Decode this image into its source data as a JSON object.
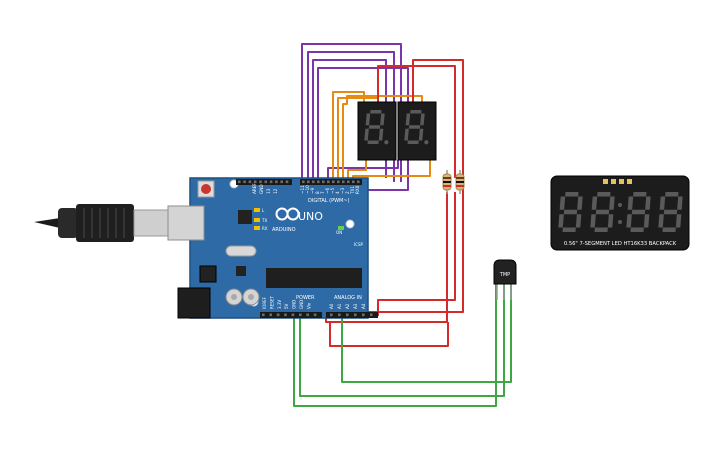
{
  "arduino": {
    "brand": "ARDUINO",
    "model": "UNO",
    "digital_label": "DIGITAL (PWM~)",
    "power_label": "POWER",
    "analog_label": "ANALOG IN",
    "pins_top": [
      "AREF",
      "GND",
      "13",
      "12",
      "~11",
      "~10",
      "~9",
      "8",
      "7",
      "~6",
      "~5",
      "4",
      "~3",
      "2",
      "TX1",
      "RX0"
    ],
    "pins_power": [
      "IOREF",
      "RESET",
      "3.3V",
      "5V",
      "GND",
      "GND",
      "Vin"
    ],
    "pins_analog": [
      "A0",
      "A1",
      "A2",
      "A3",
      "A4",
      "A5"
    ],
    "misc_labels": [
      "L",
      "TX",
      "RX",
      "ON",
      "ICSP"
    ]
  },
  "seven_segment_left": {
    "digit": "8."
  },
  "seven_segment_right": {
    "digit": "8."
  },
  "quad_display": {
    "digits": [
      "8",
      "8",
      "8",
      "8"
    ],
    "caption": "0.56\" 7-SEGMENT LED HT16K33 BACKPACK"
  },
  "temp_sensor": {
    "label": "TMP"
  },
  "colors": {
    "board": "#2d6aa6",
    "wire_purple": "#7b35a8",
    "wire_orange": "#e58a13",
    "wire_red": "#d42a2a",
    "wire_green": "#3da843",
    "segment_off": "#5a5a5a",
    "display_body": "#1c1c1c"
  }
}
